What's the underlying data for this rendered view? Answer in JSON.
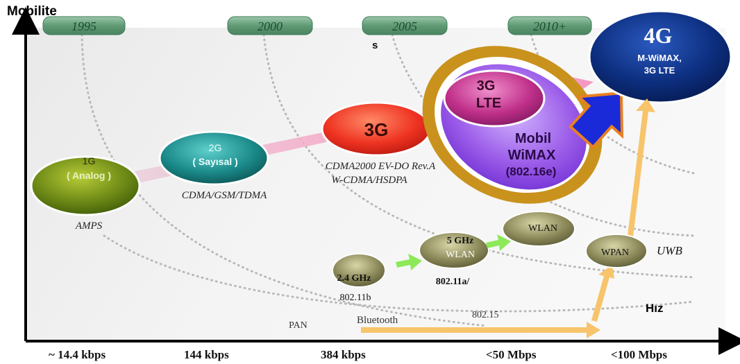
{
  "axis": {
    "y_label": "Mobilite",
    "x_label": "Hız",
    "x_ticks": [
      "~ 14.4 kbps",
      "144 kbps",
      "384 kbps",
      "<50 Mbps",
      "<100 Mbps"
    ]
  },
  "years": [
    "1995",
    "2000",
    "2005",
    "2010+"
  ],
  "stray_letter": "s",
  "generations": {
    "g1": {
      "line1": "1G",
      "line2": "( Analog )",
      "caption": "AMPS"
    },
    "g2": {
      "line1": "2G",
      "line2": "( Sayısal )",
      "caption": "CDMA/GSM/TDMA"
    },
    "g3": {
      "label": "3G",
      "caption1": "CDMA2000  EV-DO Rev.A",
      "caption2": "W-CDMA/HSDPA"
    },
    "lte": {
      "line1": "3G",
      "line2": "LTE"
    },
    "wimax": {
      "line1": "Mobil",
      "line2": "WiMAX",
      "line3": "(802.16e)"
    },
    "g4": {
      "line1": "4G",
      "line2": "M-WiMAX,",
      "line3": "3G LTE"
    }
  },
  "wireless": {
    "ghz24": {
      "label": "2.4 GHz",
      "standard": "802.11b"
    },
    "ghz5": {
      "line1": "5 GHz",
      "line2": "WLAN",
      "standard": "802.11a/"
    },
    "wlan": {
      "label": "WLAN"
    },
    "wpan": {
      "label": "WPAN",
      "tech": "UWB",
      "standard": "802.15"
    },
    "pan": "PAN",
    "bluetooth": "Bluetooth"
  },
  "colors": {
    "g1": "#6e8a16",
    "g2": "#1b8a8a",
    "g3": "#ee3322",
    "lte": "#c0308a",
    "wimax": "#9a5ae8",
    "ring": "#c9921c",
    "g4": "#0d2f80",
    "small": "#8c8a5a",
    "big_arrow": "#1a2ad8",
    "pink_band": "#f2b8cc",
    "orange_arrow": "#f7c46b",
    "green_arrow": "#8de85a"
  }
}
